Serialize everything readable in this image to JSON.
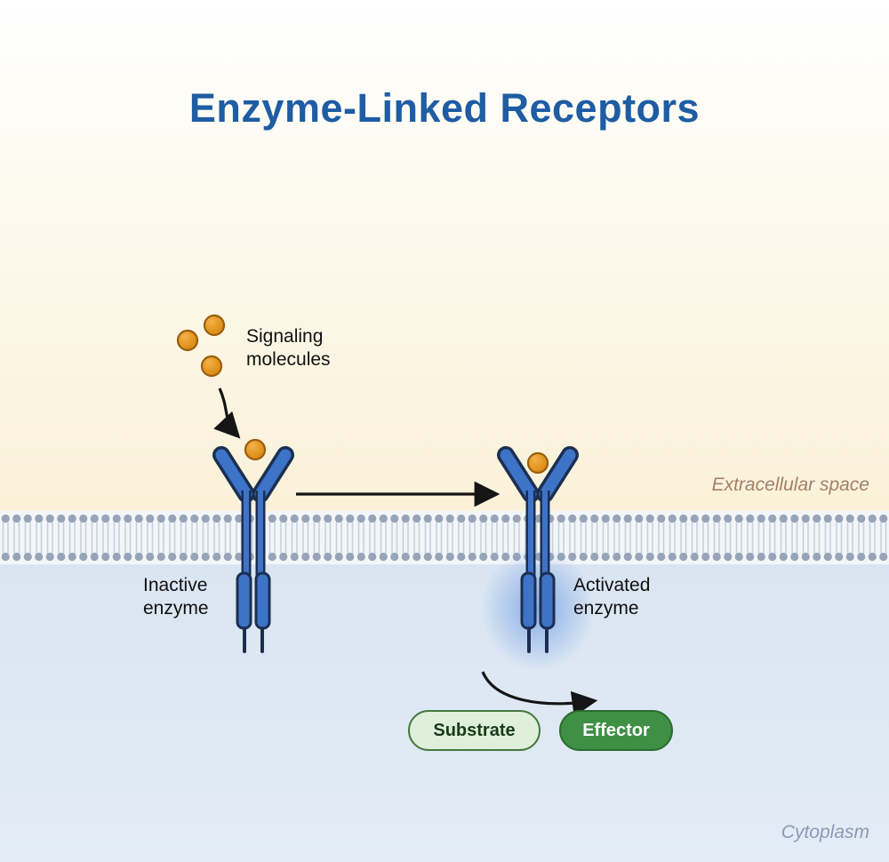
{
  "title": "Enzyme-Linked Receptors",
  "labels": {
    "signaling": "Signaling\nmolecules",
    "inactive": "Inactive\nenzyme",
    "activated": "Activated\nenzyme",
    "extracellular": "Extracellular space",
    "cytoplasm": "Cytoplasm"
  },
  "nodes": {
    "substrate": "Substrate",
    "effector": "Effector"
  },
  "colors": {
    "title_blue": "#1e5ca3",
    "receptor_fill": "#3e74c7",
    "receptor_outline": "#1b2f52",
    "ligand_orange": "#e2951f",
    "ligand_outline": "#9a5d0e",
    "membrane_head": "#97a4b7",
    "membrane_tail": "#c7d0dc",
    "extracellular_bg": "#faf1d8",
    "cytoplasm_bg": "#dce7f3",
    "substrate_fill": "#dff0da",
    "substrate_border": "#45793f",
    "effector_fill": "#3f8f44",
    "effector_border": "#2b6b2f",
    "activation_glow": "#5b8fe0",
    "extracellular_label_color": "#a27f6d",
    "cytoplasm_label_color": "#8b99b4",
    "arrow_black": "#151515"
  }
}
